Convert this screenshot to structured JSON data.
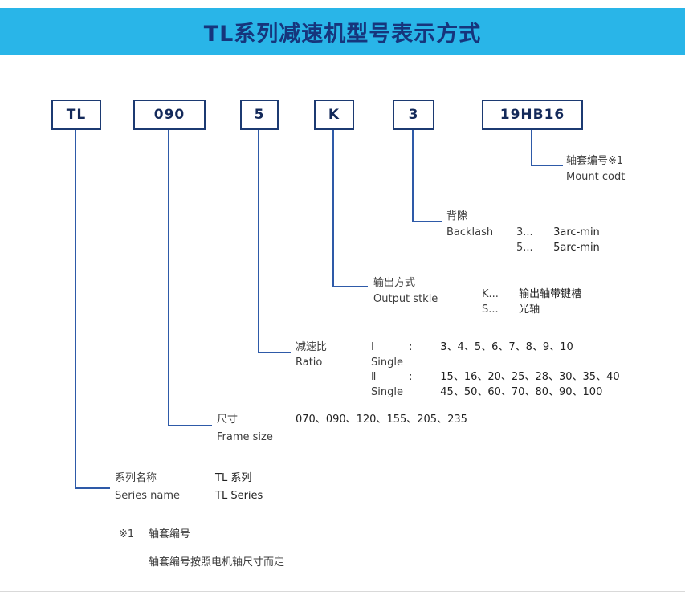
{
  "header": {
    "title": "TL系列减速机型号表示方式"
  },
  "boxes": {
    "series": "TL",
    "frame": "090",
    "ratio": "5",
    "output": "K",
    "backlash": "3",
    "mount": "19HB16"
  },
  "labels": {
    "mount": {
      "zh": "轴套编号※1",
      "en": "Mount codt"
    },
    "backlash": {
      "zh": "背隙",
      "en": "Backlash",
      "options": [
        {
          "key": "3...",
          "value": "3arc-min"
        },
        {
          "key": "5...",
          "value": "5arc-min"
        }
      ]
    },
    "output": {
      "zh": "输出方式",
      "en": "Output stkle",
      "options": [
        {
          "key": "K...",
          "value": "输出轴带键槽"
        },
        {
          "key": "S...",
          "value": "光轴"
        }
      ]
    },
    "ratio": {
      "zh": "减速比",
      "en": "Ratio",
      "rows": [
        {
          "num": "Ⅰ",
          "colon": ":",
          "values": "3、4、5、6、7、8、9、10"
        },
        {
          "num": "Single",
          "colon": "",
          "values": ""
        },
        {
          "num": "Ⅱ",
          "colon": ":",
          "values": "15、16、20、25、28、30、35、40"
        },
        {
          "num": "Single",
          "colon": "",
          "values": "45、50、60、70、80、90、100"
        }
      ]
    },
    "frame": {
      "zh": "尺寸",
      "en": "Frame size",
      "values": "070、090、120、155、205、235"
    },
    "series": {
      "zh": "系列名称",
      "en": "Series name",
      "value_zh": "TL 系列",
      "value_en": "TL Series"
    }
  },
  "footnote": {
    "marker": "※1",
    "title": "轴套编号",
    "note": "轴套编号按照电机轴尺寸而定"
  },
  "colors": {
    "header_bg": "#29b5e8",
    "title_color": "#16357c",
    "line_color": "#2e5aa8",
    "box_border": "#1c3a72"
  }
}
